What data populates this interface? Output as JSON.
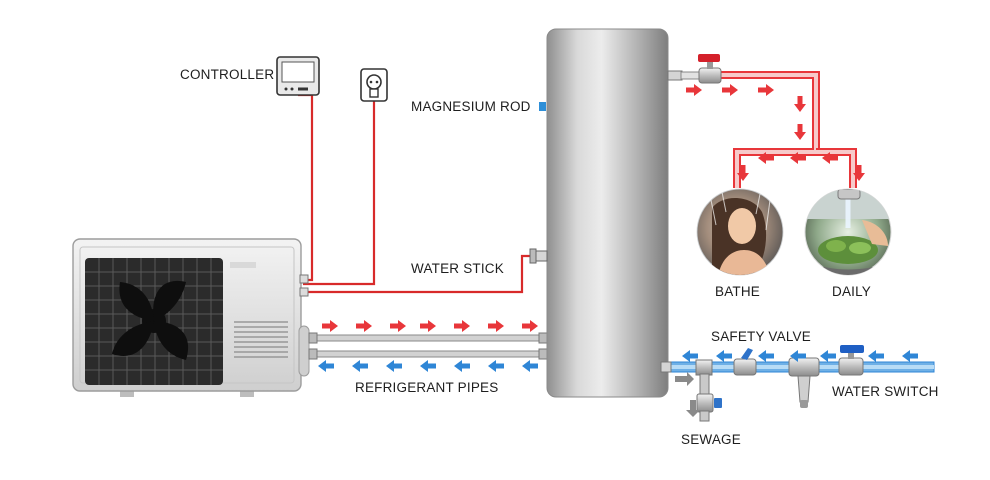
{
  "labels": {
    "controller": "CONTROLLER",
    "magnesium_rod": "MAGNESIUM ROD",
    "water_stick": "WATER STICK",
    "refrigerant_pipes": "REFRIGERANT PIPES",
    "bathe": "BATHE",
    "daily": "DAILY",
    "safety_valve": "SAFETY VALVE",
    "water_switch": "WATER SWITCH",
    "sewage": "SEWAGE"
  },
  "colors": {
    "hot_water": "#e8363a",
    "hot_pipe": "#f4a5a5",
    "cold_water": "#2f86d6",
    "cold_pipe": "#8ec3ef",
    "wire": "#d82a2a",
    "magnesium_rod_marker": "#2e8fd8",
    "tank": "#b9b9b9"
  },
  "icons": {
    "controller": "controller-panel-icon",
    "socket": "power-socket-icon",
    "bathe": "shower-photo-icon",
    "daily": "faucet-photo-icon"
  }
}
